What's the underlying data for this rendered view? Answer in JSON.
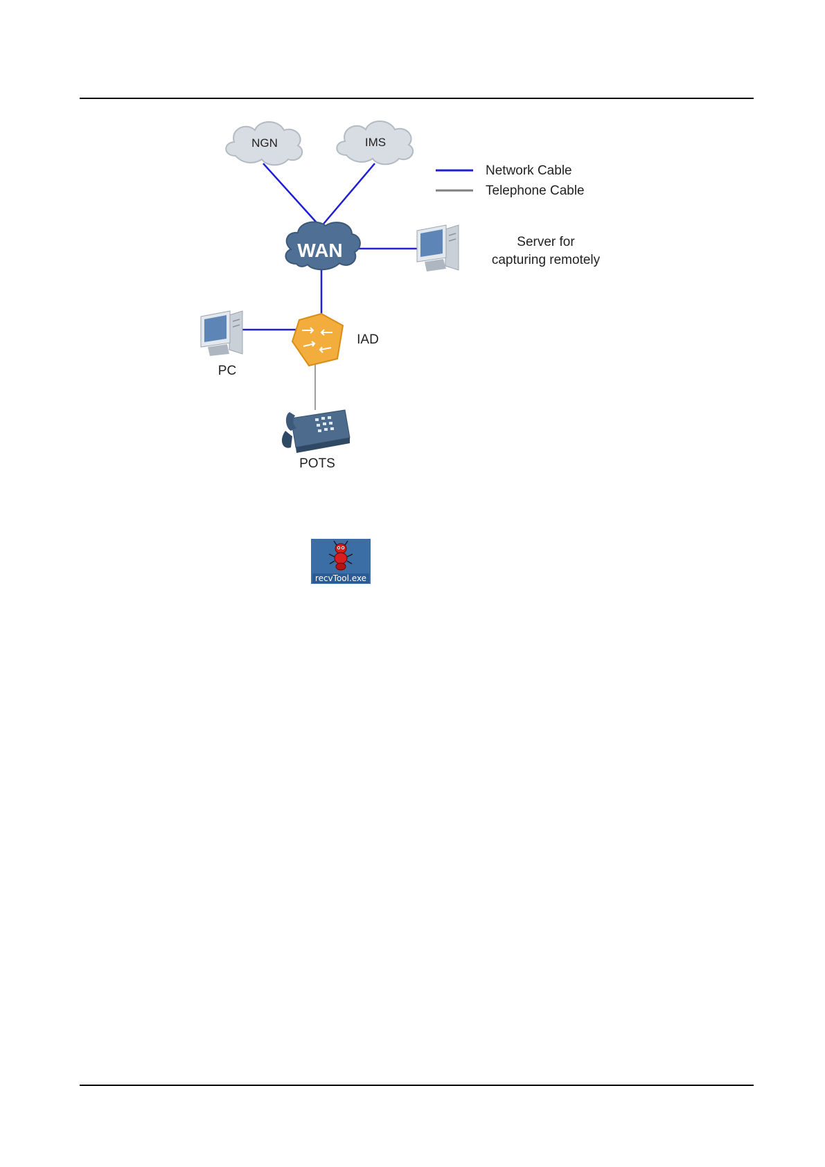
{
  "diagram": {
    "nodes": {
      "ngn": "NGN",
      "ims": "IMS",
      "wan": "WAN",
      "server": [
        "Server for",
        "capturing remotely"
      ],
      "iad": "IAD",
      "pc": "PC",
      "pots": "POTS"
    },
    "legend": [
      {
        "label": "Network Cable",
        "color": "#1f1fd6"
      },
      {
        "label": "Telephone Cable",
        "color": "#7f7f7f"
      }
    ],
    "colors": {
      "network_cable": "#1f1fd6",
      "telephone_cable": "#7f7f7f",
      "cloud": "#d8dde3",
      "wan_cloud": "#4f6f94",
      "iad": "#f2ad3c"
    }
  },
  "desktop_icon": {
    "label": "recvTool.exe",
    "icon": "red-ant-icon",
    "background": "#3a6ea5"
  }
}
